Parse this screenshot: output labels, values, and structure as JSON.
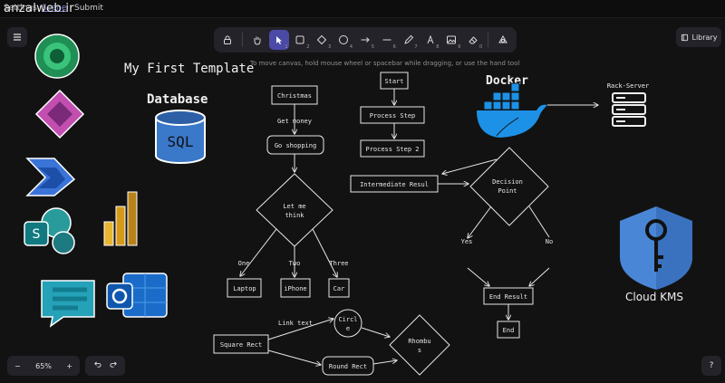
{
  "watermark": "anzalweb.ir",
  "topmenu": {
    "settings": "Settings",
    "scene": "Scene",
    "submit": "Submit"
  },
  "toolbar": {
    "tools": [
      {
        "name": "lock",
        "key": ""
      },
      {
        "name": "hand",
        "key": ""
      },
      {
        "name": "selection",
        "key": "1"
      },
      {
        "name": "rectangle",
        "key": "2"
      },
      {
        "name": "diamond",
        "key": "3"
      },
      {
        "name": "ellipse",
        "key": "4"
      },
      {
        "name": "arrow",
        "key": "5"
      },
      {
        "name": "line",
        "key": "6"
      },
      {
        "name": "draw",
        "key": "7"
      },
      {
        "name": "text",
        "key": "8"
      },
      {
        "name": "image",
        "key": "9"
      },
      {
        "name": "eraser",
        "key": "0"
      },
      {
        "name": "extra-tools",
        "key": ""
      }
    ],
    "hint": "To move canvas, hold mouse wheel or spacebar while dragging, or use the hand tool"
  },
  "library": {
    "label": "Library"
  },
  "zoom": {
    "minus": "−",
    "value": "65%",
    "plus": "+"
  },
  "help": {
    "label": "?"
  },
  "canvas": {
    "template_title": "My First Template",
    "database_label": "Database",
    "sql_label": "SQL",
    "docker_label": "Docker",
    "rack_label": "Rack-Server",
    "cloud_kms_label": "Cloud KMS",
    "flow": {
      "christmas": "Christmas",
      "get_money": "Get money",
      "go_shopping": "Go shopping",
      "let_me_think_1": "Let me",
      "let_me_think_2": "think",
      "one": "One",
      "two": "Two",
      "three": "Three",
      "laptop": "Laptop",
      "iphone": "iPhone",
      "car": "Car",
      "start": "Start",
      "process_step_1": "Process Step",
      "process_step_2": "Process Step 2",
      "intermediate": "Intermediate Resul",
      "decision_1": "Decision",
      "decision_2": "Point",
      "yes": "Yes",
      "no": "No",
      "end_result": "End Result",
      "end": "End",
      "square_rect": "Square Rect",
      "link_text": "Link text",
      "circle_1": "Circl",
      "circle_2": "e",
      "round_rect": "Round Rect",
      "rhombus_1": "Rhombu",
      "rhombus_2": "s"
    }
  },
  "colors": {
    "background": "#121212",
    "island": "#232329",
    "accent": "#4b4aa6",
    "docker_blue": "#1d91e6",
    "kms_blue": "#4a86d6",
    "sql_blue": "#3a78c9"
  }
}
